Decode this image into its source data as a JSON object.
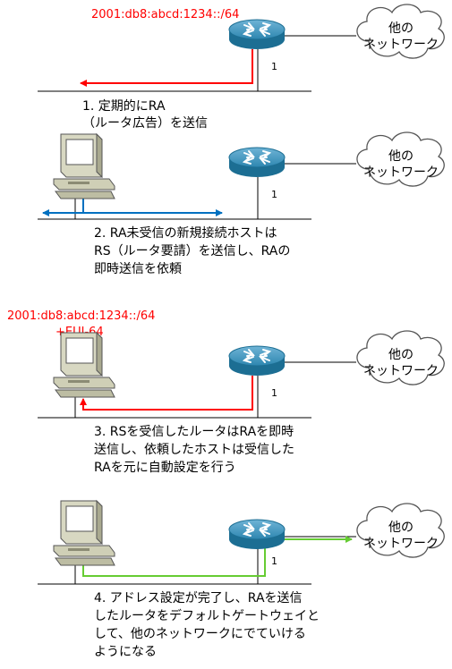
{
  "colors": {
    "red": "#ff0000",
    "blue": "#0070c0",
    "green": "#66cc33",
    "router": "#1c6e93",
    "line": "#000000"
  },
  "icons": [
    "router-icon",
    "computer-icon",
    "cloud-icon"
  ],
  "panels": [
    {
      "step": "1",
      "prefix": "2001:db8:abcd:1234::/64",
      "router_port": "1",
      "cloud_label": [
        "他の",
        "ネットワーク"
      ],
      "description": [
        "1. 定期的にRA",
        "（ルータ広告）を送信"
      ]
    },
    {
      "step": "2",
      "router_port": "1",
      "cloud_label": [
        "他の",
        "ネットワーク"
      ],
      "description": [
        "2. RA未受信の新規接続ホストは",
        "RS（ルータ要請）を送信し、RAの",
        "即時送信を依頼"
      ]
    },
    {
      "step": "3",
      "prefix": "2001:db8:abcd:1234::/64",
      "suffix": "+EUI-64",
      "router_port": "1",
      "cloud_label": [
        "他の",
        "ネットワーク"
      ],
      "description": [
        "3. RSを受信したルータはRAを即時",
        "送信し、依頼したホストは受信した",
        "RAを元に自動設定を行う"
      ]
    },
    {
      "step": "4",
      "router_port": "1",
      "cloud_label": [
        "他の",
        "ネットワーク"
      ],
      "description": [
        "4. アドレス設定が完了し、RAを送信",
        "したルータをデフォルトゲートウェイと",
        "して、他のネットワークにでていける",
        "ようになる"
      ]
    }
  ]
}
